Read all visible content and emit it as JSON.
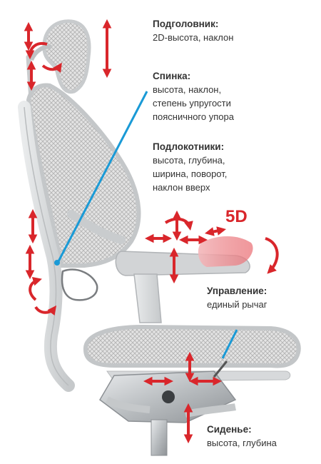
{
  "colors": {
    "arrow": "#d9262b",
    "pointer": "#1a9ad6",
    "frame": "#cfd2d4",
    "mesh": "#bcbcbc",
    "metal": "#a9adb0",
    "text": "#333333"
  },
  "labels": {
    "headrest": {
      "title": "Подголовник:",
      "lines": [
        "2D-высота, наклон"
      ]
    },
    "backrest": {
      "title": "Спинка:",
      "lines": [
        "высота, наклон,",
        "степень упругости",
        "поясничного упора"
      ]
    },
    "armrests": {
      "title": "Подлокотники:",
      "lines": [
        "высота, глубина,",
        "ширина, поворот,",
        "наклон вверх"
      ]
    },
    "control": {
      "title": "Управление:",
      "lines": [
        "единый рычаг"
      ]
    },
    "seat": {
      "title": "Сиденье:",
      "lines": [
        "высота, глубина"
      ]
    }
  },
  "badge_5d": "5D",
  "icons": {
    "arrows": "adjustment-arrow-icon",
    "rotate": "rotation-arrow-icon"
  }
}
